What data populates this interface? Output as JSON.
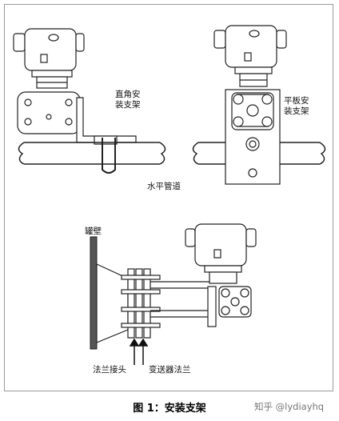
{
  "labels": {
    "right_angle_bracket": "直角安装支架",
    "flat_plate_bracket": "平板安装支架",
    "horizontal_pipe": "水平管道",
    "tank_wall": "罐壁",
    "flange_joint": "法兰接头",
    "transmitter_flange": "变送器法兰"
  },
  "caption": "图 1：安装支架",
  "watermark": "知乎 @lydiayhq"
}
